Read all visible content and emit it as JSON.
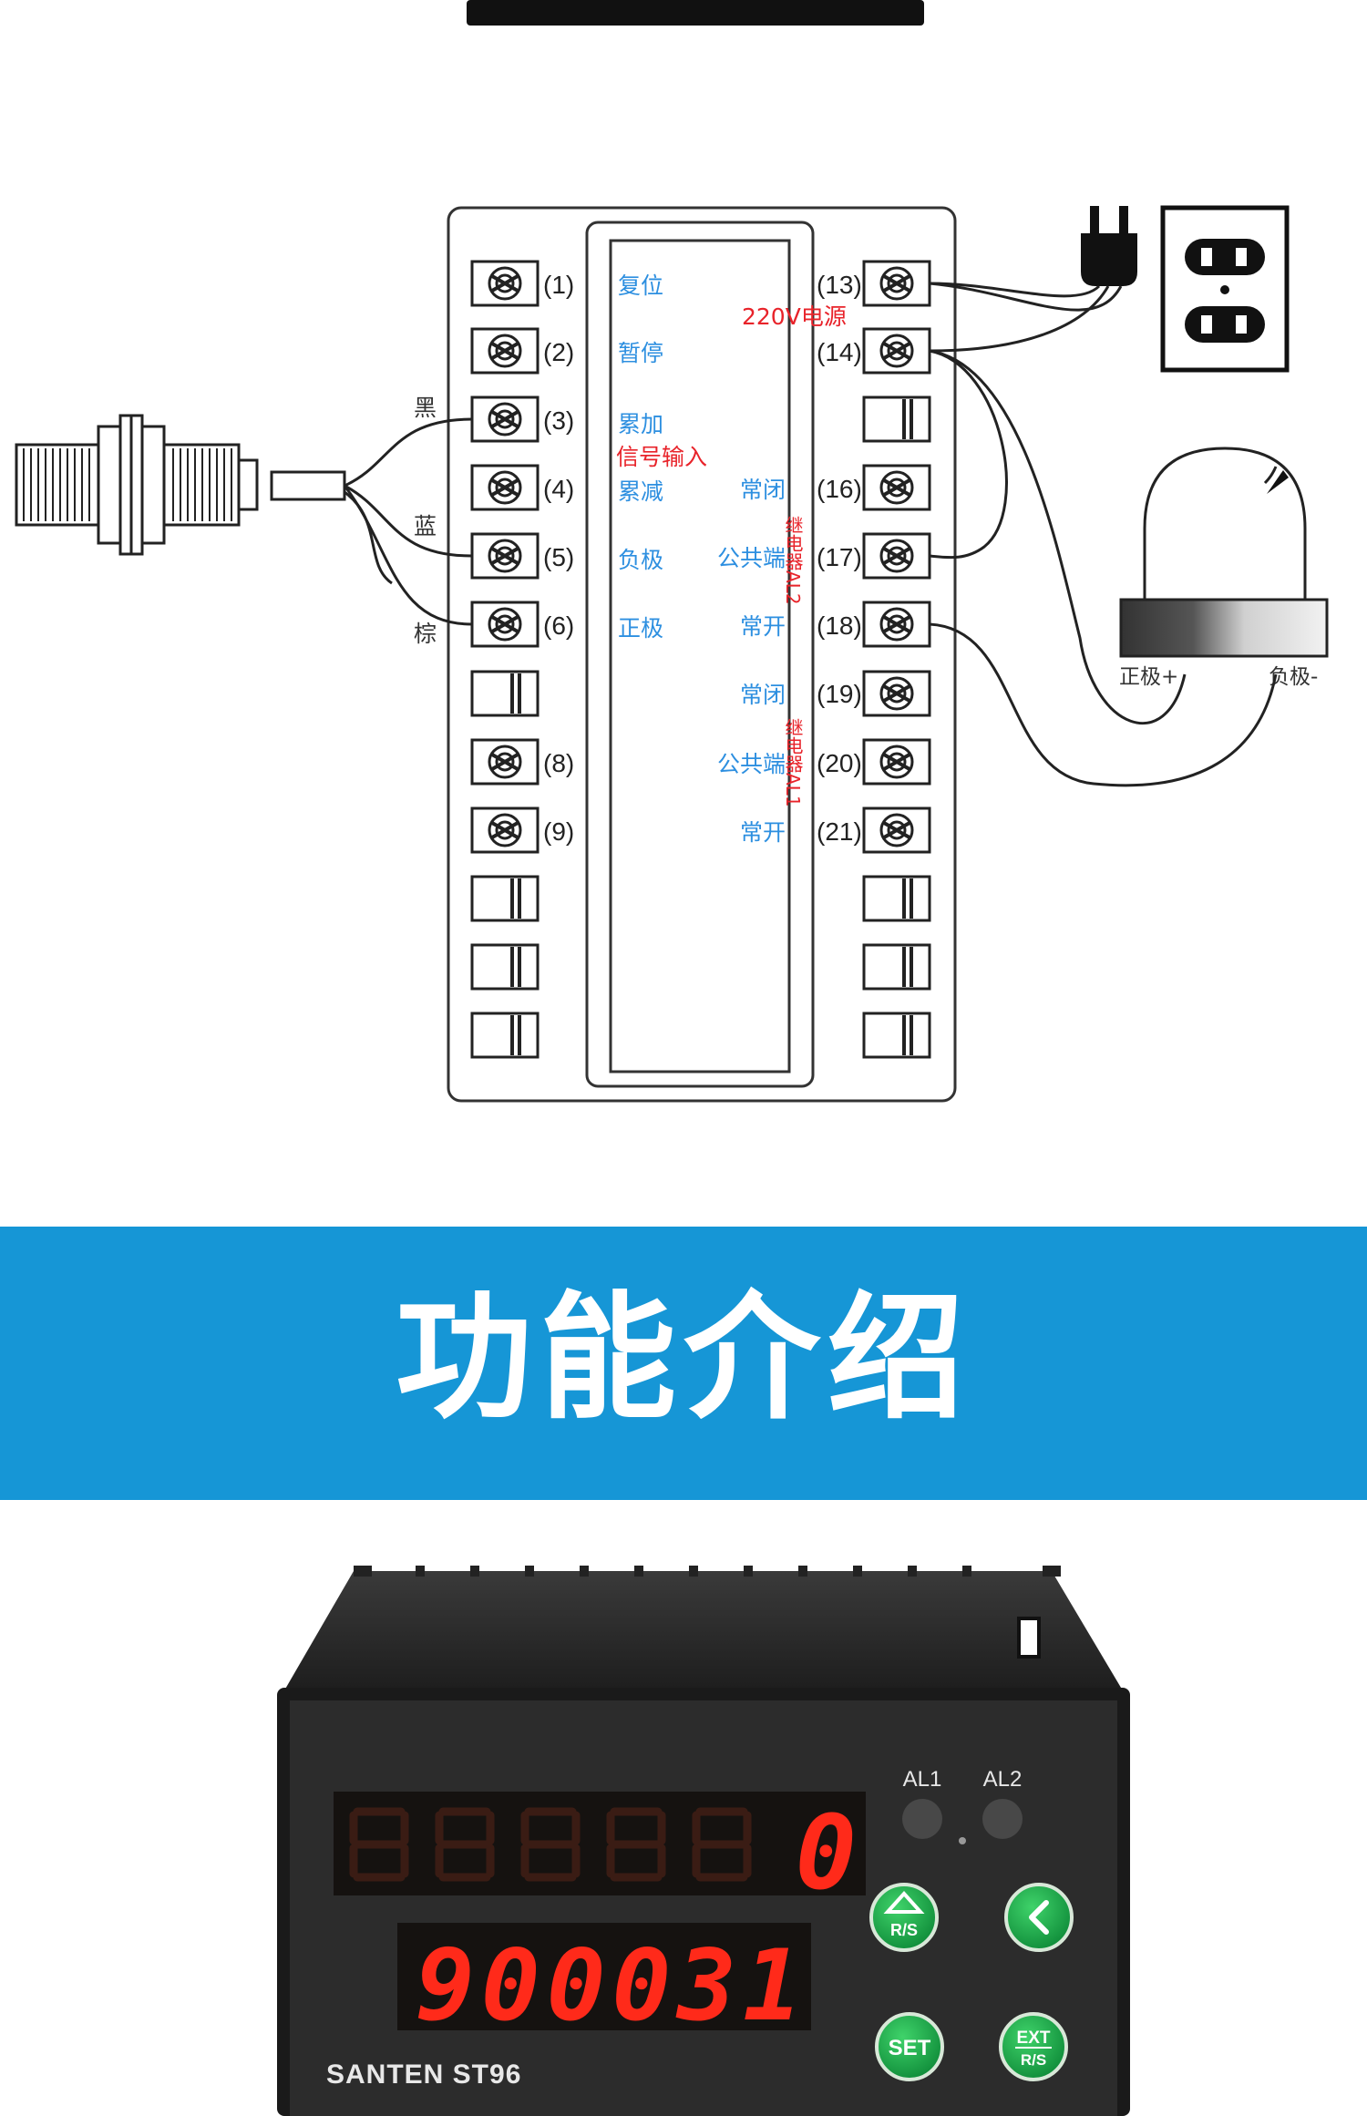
{
  "diagram": {
    "left_labels": {
      "t1": "复位",
      "t2": "暂停",
      "t3": "累加",
      "t4": "累减",
      "t5": "负极",
      "t6": "正极"
    },
    "signal_input": "信号输入",
    "power_label": "220V电源",
    "right_labels": {
      "t16": "常闭",
      "t17": "公共端",
      "t18": "常开",
      "t19": "常闭",
      "t20": "公共端",
      "t21": "常开"
    },
    "relay_al2": "继电器AL2",
    "relay_al1": "继电器AL1",
    "terminal_numbers": {
      "n1": "(1)",
      "n2": "(2)",
      "n3": "(3)",
      "n4": "(4)",
      "n5": "(5)",
      "n6": "(6)",
      "n8": "(8)",
      "n9": "(9)",
      "n13": "(13)",
      "n14": "(14)",
      "n16": "(16)",
      "n17": "(17)",
      "n18": "(18)",
      "n19": "(19)",
      "n20": "(20)",
      "n21": "(21)"
    },
    "wire_colors": {
      "black": "黑",
      "blue": "蓝",
      "brown": "棕"
    },
    "alarm_light": {
      "positive": "正极+",
      "negative": "负极-"
    }
  },
  "banner": {
    "title": "功能介绍",
    "color": "#1696d6"
  },
  "device": {
    "brand": "SANTEN ST96",
    "indicator_al1": "AL1",
    "indicator_al2": "AL2",
    "display_top": "0",
    "display_bottom": "900031",
    "buttons": {
      "rs_label": "R/S",
      "set_label": "SET",
      "ext_label": "EXT",
      "ext_rs_label": "R/S"
    }
  }
}
